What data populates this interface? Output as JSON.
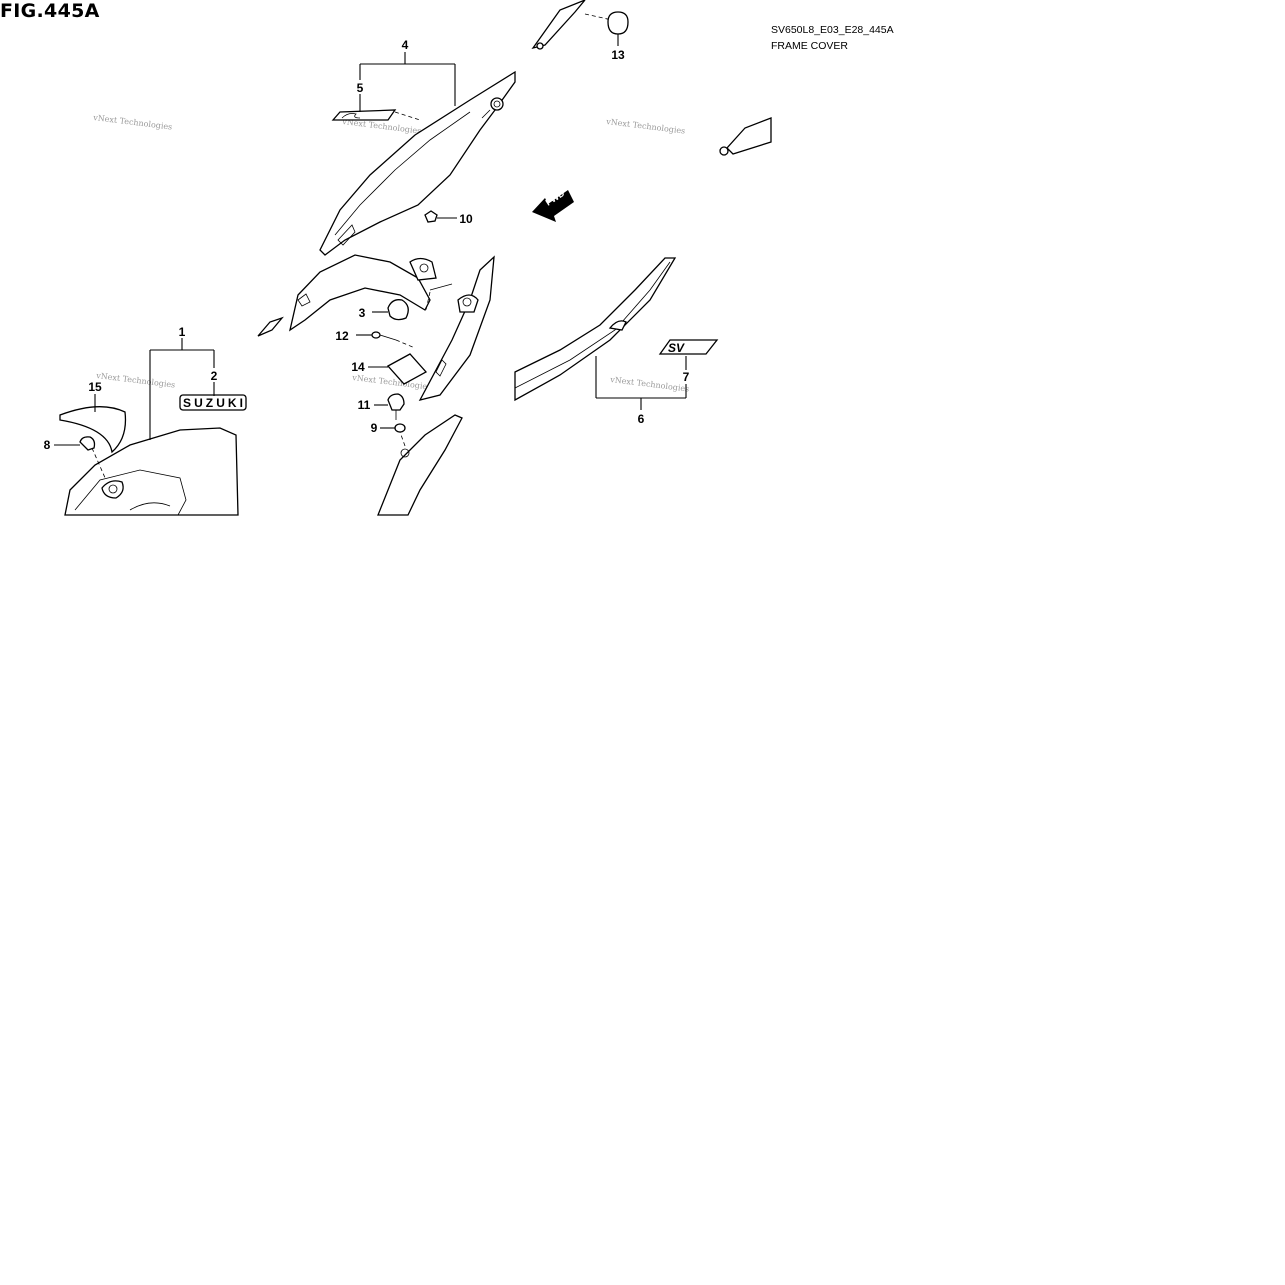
{
  "figure": {
    "title": "FIG.445A",
    "code": "SV650L8_E03_E28_445A",
    "name": "FRAME COVER"
  },
  "callouts": [
    "1",
    "2",
    "3",
    "4",
    "5",
    "6",
    "7",
    "8",
    "9",
    "10",
    "11",
    "12",
    "13",
    "14",
    "15"
  ],
  "emblems": {
    "suzuki": "SUZUKI",
    "sv": "SV"
  },
  "direction_arrow": "FWD",
  "watermark": "vNext Technologies"
}
